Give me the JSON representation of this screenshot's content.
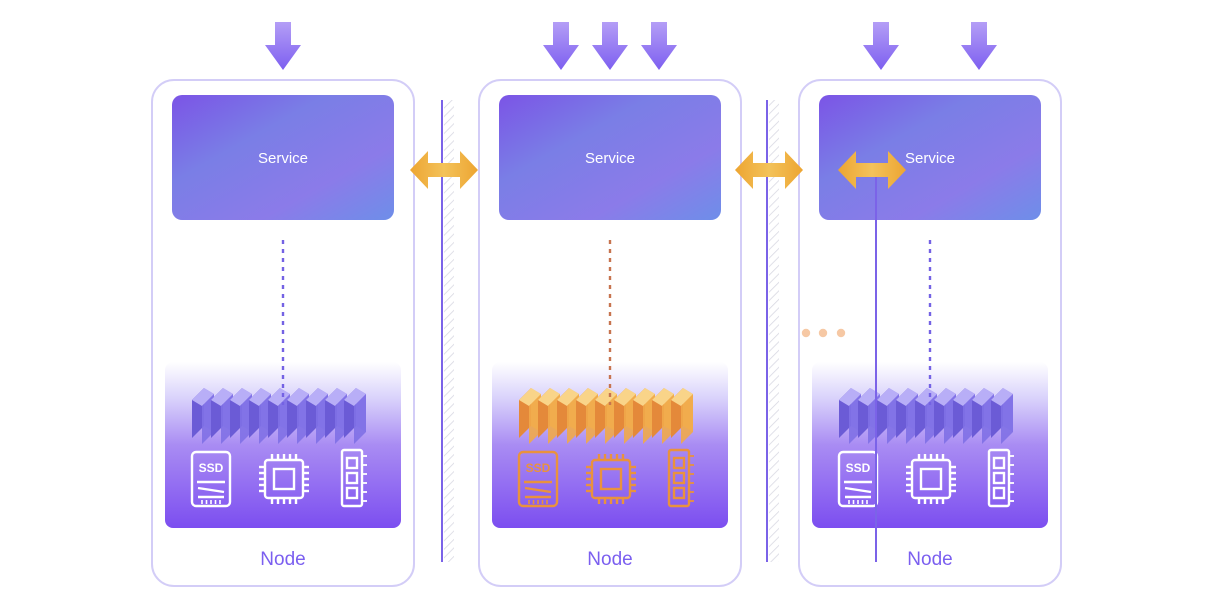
{
  "nodes": [
    {
      "service_label": "Service",
      "node_label": "Node",
      "incoming_requests": 1,
      "resource_state": "normal",
      "icons": [
        "ssd-icon",
        "cpu-chip-icon",
        "ram-module-icon"
      ],
      "ssd_text": "SSD"
    },
    {
      "service_label": "Service",
      "node_label": "Node",
      "incoming_requests": 3,
      "resource_state": "highlighted",
      "icons": [
        "ssd-icon",
        "cpu-chip-icon",
        "ram-module-icon"
      ],
      "ssd_text": "SSD"
    },
    {
      "service_label": "Service",
      "node_label": "Node",
      "incoming_requests": 2,
      "resource_state": "normal",
      "icons": [
        "ssd-icon",
        "cpu-chip-icon",
        "ram-module-icon"
      ],
      "ssd_text": "SSD"
    }
  ],
  "connectors": [
    "double-arrow-icon",
    "double-arrow-icon",
    "double-arrow-icon"
  ],
  "ellipsis": "ellipsis-dots-icon",
  "colors": {
    "primary": "#7b63e8",
    "node_border": "#d3cdf7",
    "accent_orange": "#f0a93a",
    "highlight_orange": "#e9923e",
    "node_label": "#7b5ff0",
    "dashed_line": "#7462e4",
    "dashed_line_highlight": "#c7744f"
  }
}
